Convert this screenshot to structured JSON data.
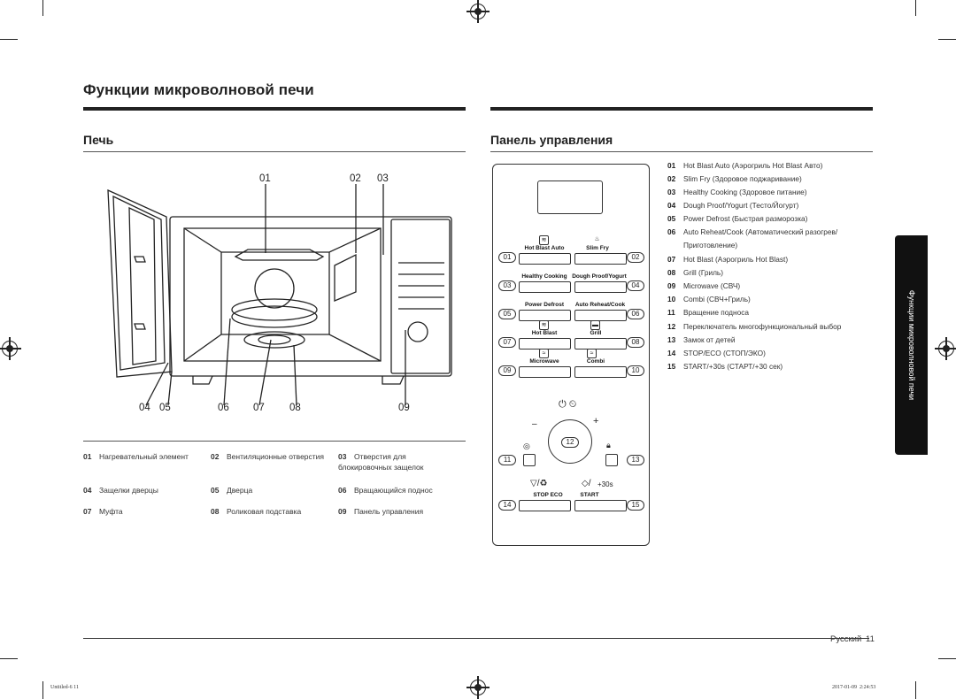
{
  "page_title": "Функции микроволновой печи",
  "oven_section_title": "Печь",
  "panel_section_title": "Панель управления",
  "diagram_callouts": {
    "top": [
      "01",
      "02",
      "03"
    ],
    "bottom": [
      "04",
      "05",
      "06",
      "07",
      "08",
      "09"
    ]
  },
  "oven_legend": [
    {
      "num": "01",
      "text": "Нагревательный элемент"
    },
    {
      "num": "02",
      "text": "Вентиляционные отверстия"
    },
    {
      "num": "03",
      "text": "Отверстия для блокировочных защелок"
    },
    {
      "num": "04",
      "text": "Защелки дверцы"
    },
    {
      "num": "05",
      "text": "Дверца"
    },
    {
      "num": "06",
      "text": "Вращающийся поднос"
    },
    {
      "num": "07",
      "text": "Муфта"
    },
    {
      "num": "08",
      "text": "Роликовая подставка"
    },
    {
      "num": "09",
      "text": "Панель управления"
    }
  ],
  "control_panel": {
    "buttons": {
      "hot_blast_auto": "Hot Blast Auto",
      "slim_fry": "Slim Fry",
      "healthy_cooking": "Healthy Cooking",
      "dough_proof": "Dough Proof/Yogurt",
      "power_defrost": "Power Defrost",
      "auto_reheat": "Auto Reheat/Cook",
      "hot_blast": "Hot Blast",
      "grill": "Grill",
      "microwave": "Microwave",
      "combi": "Combi",
      "stop_eco": "STOP   ECO",
      "start": "START",
      "plus30": "+30s",
      "minus": "–",
      "plus": "+"
    },
    "numbers": [
      "01",
      "02",
      "03",
      "04",
      "05",
      "06",
      "07",
      "08",
      "09",
      "10",
      "11",
      "12",
      "13",
      "14",
      "15"
    ]
  },
  "features": [
    {
      "num": "01",
      "text": "Hot Blast Auto (Аэрогриль Hot Blast Авто)"
    },
    {
      "num": "02",
      "text": "Slim Fry (Здоровое поджаривание)"
    },
    {
      "num": "03",
      "text": "Healthy Cooking (Здоровое питание)"
    },
    {
      "num": "04",
      "text": "Dough Proof/Yogurt (Тесто/Йогурт)"
    },
    {
      "num": "05",
      "text": "Power Defrost (Быстрая разморозка)"
    },
    {
      "num": "06",
      "text": "Auto Reheat/Cook (Автоматический разогрев/"
    },
    {
      "num": "",
      "text": "Приготовление)"
    },
    {
      "num": "07",
      "text": "Hot Blast (Аэрогриль Hot Blast)"
    },
    {
      "num": "08",
      "text": "Grill (Гриль)"
    },
    {
      "num": "09",
      "text": "Microwave (СВЧ)"
    },
    {
      "num": "10",
      "text": "Combi (СВЧ+Гриль)"
    },
    {
      "num": "11",
      "text": "Вращение подноса"
    },
    {
      "num": "12",
      "text": "Переключатель многофункциональный выбор"
    },
    {
      "num": "13",
      "text": "Замок от детей"
    },
    {
      "num": "14",
      "text": "STOP/ECO (СТОП/ЭКО)"
    },
    {
      "num": "15",
      "text": "START/+30s (СТАРТ/+30 сек)"
    }
  ],
  "side_tab": "Функции микроволновой печи",
  "footer": {
    "language": "Русский",
    "page": "11"
  },
  "print_marks": {
    "left": "Untitled-6   11",
    "right": "2017-01-09   ️ 2:24:53"
  }
}
